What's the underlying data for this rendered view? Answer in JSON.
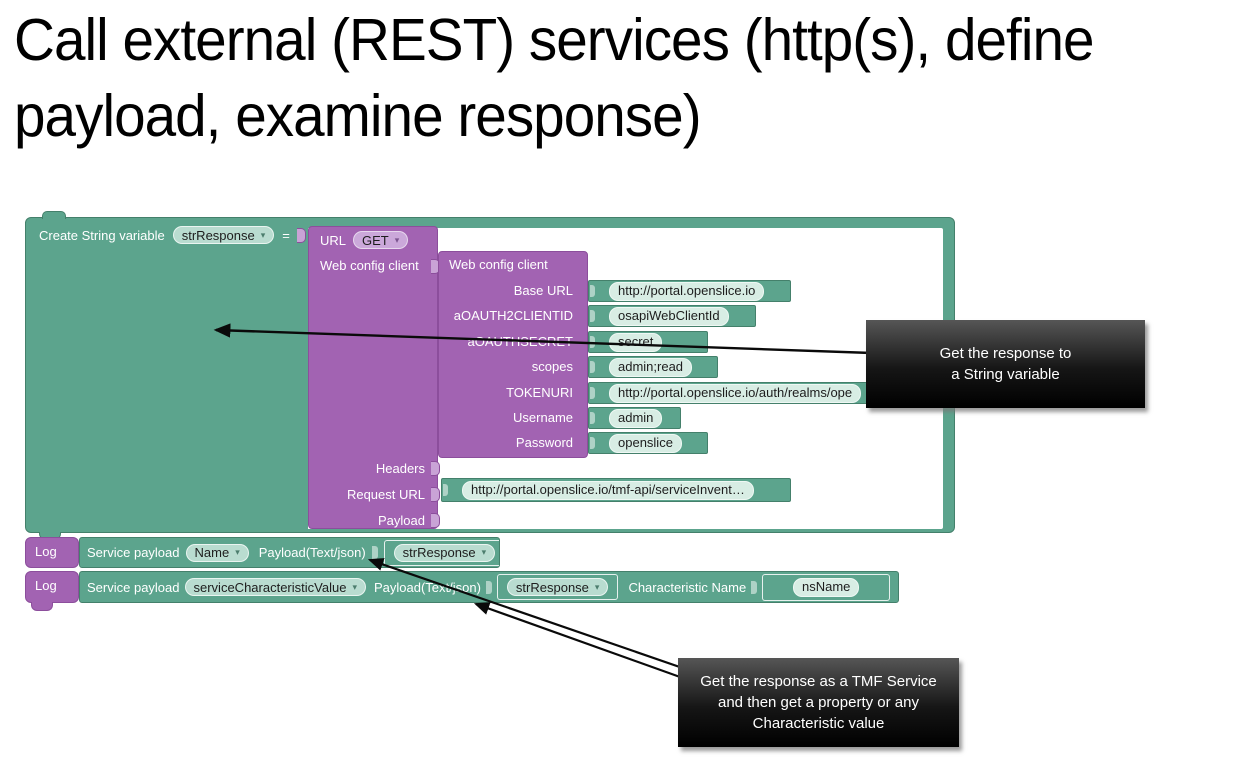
{
  "slide": {
    "title_line1": "Call external (REST) services (http(s), define",
    "title_line2": "payload, examine response)"
  },
  "icons": {
    "dropdown": "▾"
  },
  "colors": {
    "block_teal": "#5CA48D",
    "block_purple": "#A263B2",
    "pill_teal": "#B9DCD0",
    "pill_lavender": "#CBA8DA",
    "value_pill": "#D8EDE4",
    "callout_bg": "#000000",
    "callout_text": "#ffffff"
  },
  "create_block": {
    "label": "Create String variable",
    "variable_dropdown": "strResponse",
    "equals": "=",
    "url_block": {
      "label": "URL",
      "method_dropdown": "GET",
      "web_config_input_label": "Web config client",
      "headers_label": "Headers",
      "request_url_label": "Request URL",
      "payload_label": "Payload"
    },
    "web_config_block": {
      "title": "Web config client",
      "fields": [
        {
          "label": "Base URL",
          "value": "http://portal.openslice.io"
        },
        {
          "label": "aOAUTH2CLIENTID",
          "value": "osapiWebClientId"
        },
        {
          "label": "aOAUTHSECRET",
          "value": "secret"
        },
        {
          "label": "scopes",
          "value": "admin;read"
        },
        {
          "label": "TOKENURI",
          "value": "http://portal.openslice.io/auth/realms/ope"
        },
        {
          "label": "Username",
          "value": "admin"
        },
        {
          "label": "Password",
          "value": "openslice"
        }
      ]
    },
    "request_url_value": "http://portal.openslice.io/tmf-api/serviceInvent…"
  },
  "log_blocks": [
    {
      "tab": "Log",
      "label": "Service payload",
      "name_dropdown": "Name",
      "payload_label": "Payload(Text/json)",
      "payload_variable": "strResponse"
    },
    {
      "tab": "Log",
      "label": "Service payload",
      "name_dropdown": "serviceCharacteristicValue",
      "payload_label": "Payload(Text/json)",
      "payload_variable": "strResponse",
      "characteristic_label": "Characteristic Name",
      "characteristic_value": "nsName"
    }
  ],
  "callouts": [
    {
      "line1": "Get the response to",
      "line2": "a String variable"
    },
    {
      "line1": "Get the response as a TMF Service",
      "line2": "and then get a property or any",
      "line3": "Characteristic value"
    }
  ]
}
